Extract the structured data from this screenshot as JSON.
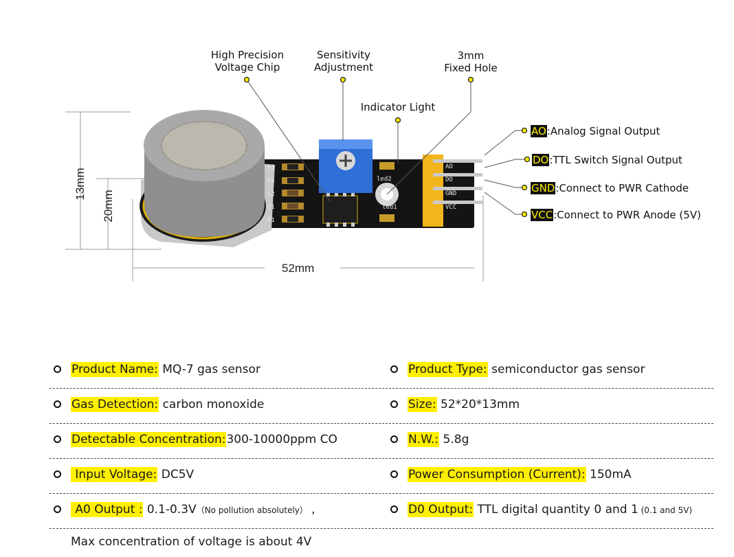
{
  "callouts": {
    "chip": "High Precision\nVoltage Chip",
    "pot": "Sensitivity\nAdjustment",
    "hole": "3mm\nFixed Hole",
    "led": "Indicator Light"
  },
  "pins": [
    {
      "tag": "AO",
      "text": ":Analog Signal Output",
      "style": "yellow"
    },
    {
      "tag": "DO",
      "text": ":TTL Switch Signal Output",
      "style": "yellow"
    },
    {
      "tag": "GND",
      "text": ":Connect to PWR Cathode",
      "style": "yellow"
    },
    {
      "tag": "VCC",
      "text": ":Connect to PWR Anode (5V)",
      "style": "yellow"
    }
  ],
  "board_labels": [
    "R3",
    "R4",
    "C2",
    "C1",
    "R1",
    "led2",
    "led1",
    "AO",
    "DO",
    "GND",
    "VCC"
  ],
  "dimensions": {
    "height_a": "13mm",
    "height_b": "20mm",
    "width": "52mm"
  },
  "specs": [
    {
      "left": {
        "key": "Product Name:",
        "value": "  MQ-7 gas sensor"
      },
      "right": {
        "key": "Product Type:",
        "value": " semiconductor gas sensor"
      }
    },
    {
      "left": {
        "key": "Gas Detection:",
        "value": " carbon monoxide"
      },
      "right": {
        "key": "Size:",
        "value": "  52*20*13mm"
      }
    },
    {
      "left": {
        "key": "Detectable Concentration:",
        "value": "300-10000ppm CO"
      },
      "right": {
        "key": "N.W.:",
        "value": "  5.8g"
      }
    },
    {
      "left": {
        "key": " Input Voltage:",
        "value": " DC5V"
      },
      "right": {
        "key": "Power Consumption (Current):",
        "value": "   150mA"
      }
    },
    {
      "left": {
        "key": " A0 Output :",
        "value": "  0.1-0.3V",
        "small": "（No pollution absolutely）",
        "tail": " ,"
      },
      "right": {
        "key": "D0 Output:",
        "value": " TTL digital quantity 0 and 1",
        "small": " (0.1 and 5V)",
        "tail": ""
      }
    }
  ],
  "note": "Max concentration of voltage is about 4V"
}
